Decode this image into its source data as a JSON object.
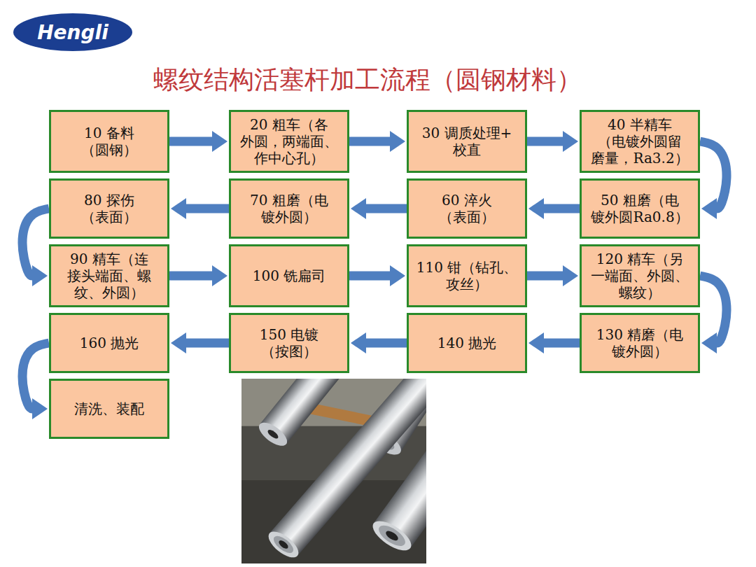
{
  "diagram": {
    "title": "螺纹结构活塞杆加工流程（圆钢材料）",
    "nodes": [
      {
        "text": [
          "Hengli"
        ]
      },
      {
        "text": [
          "10 备料 （圆钢）"
        ]
      },
      {
        "text": [
          "20 粗车（各 外圆，两端面、 作中心孔）"
        ]
      },
      {
        "text": [
          "30 调质处理+ 校直"
        ]
      },
      {
        "text": [
          "40 半精车 （电镀外圆留 磨量，Ra3.2）"
        ]
      },
      {
        "text": [
          "80 探伤 （表面）"
        ]
      },
      {
        "text": [
          "70 粗磨（电 镀外圆）"
        ]
      },
      {
        "text": [
          "60 淬火 （表面）"
        ]
      },
      {
        "text": [
          "50 粗磨（电 镀外圆Ra0.8）"
        ]
      },
      {
        "text": [
          "90 精车（连 接头端面、螺 纹、外圆）"
        ]
      },
      {
        "text": [
          "100 铣扁司"
        ]
      },
      {
        "text": [
          "110 钳（钻孔、 攻丝）"
        ]
      },
      {
        "text": [
          "120 精车（另 一端面、外圆、 螺纹）"
        ]
      },
      {
        "text": [
          "160 抛光"
        ]
      },
      {
        "text": [
          "150 电镀 （按图）"
        ]
      },
      {
        "text": [
          "140 抛光"
        ]
      },
      {
        "text": [
          "130 精磨（电 镀外圆）"
        ]
      },
      {
        "text": [
          "清洗、装配"
        ]
      }
    ],
    "edges": [
      {
        "from": 1,
        "to": 2,
        "arrow": "to"
      },
      {
        "from": 2,
        "to": 3,
        "arrow": "to"
      },
      {
        "from": 3,
        "to": 4,
        "arrow": "to"
      },
      {
        "from": 4,
        "to": 8,
        "arrow": "to"
      },
      {
        "from": 8,
        "to": 7,
        "arrow": "to"
      },
      {
        "from": 7,
        "to": 6,
        "arrow": "to"
      },
      {
        "from": 6,
        "to": 5,
        "arrow": "to"
      },
      {
        "from": 5,
        "to": 9,
        "arrow": "to"
      },
      {
        "from": 9,
        "to": 10,
        "arrow": "to"
      },
      {
        "from": 10,
        "to": 11,
        "arrow": "to"
      },
      {
        "from": 11,
        "to": 12,
        "arrow": "to"
      },
      {
        "from": 12,
        "to": 16,
        "arrow": "to"
      },
      {
        "from": 16,
        "to": 15,
        "arrow": "to"
      },
      {
        "from": 15,
        "to": 14,
        "arrow": "to"
      },
      {
        "from": 14,
        "to": 13,
        "arrow": "to"
      },
      {
        "from": 13,
        "to": 17,
        "arrow": "to"
      }
    ]
  }
}
